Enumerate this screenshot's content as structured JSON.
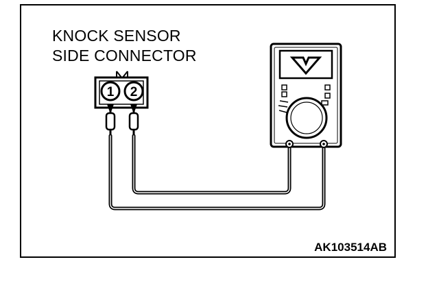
{
  "title": {
    "line1": "KNOCK SENSOR",
    "line2": "SIDE CONNECTOR"
  },
  "connector": {
    "pins": [
      "1",
      "2"
    ]
  },
  "multimeter": {
    "display_symbol": "V"
  },
  "figure_code": "AK103514AB"
}
